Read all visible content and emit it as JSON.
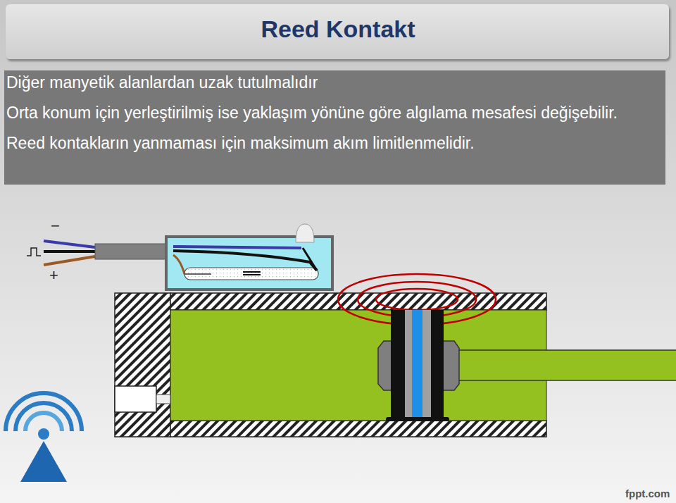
{
  "diagram": {
    "title": "Reed Kontakt",
    "nodes": [
      {
        "text": [
          "Diğer manyetik alanlardan uzak tutulmalıdır",
          "Orta konum için yerleştirilmiş ise yaklaşım yönüne göre algılama mesafesi değişebilir.",
          "Reed kontakların yanmaması için maksimum akım limitlenmelidir."
        ]
      }
    ],
    "labels": [
      "−",
      "+",
      "fppt.com"
    ]
  }
}
